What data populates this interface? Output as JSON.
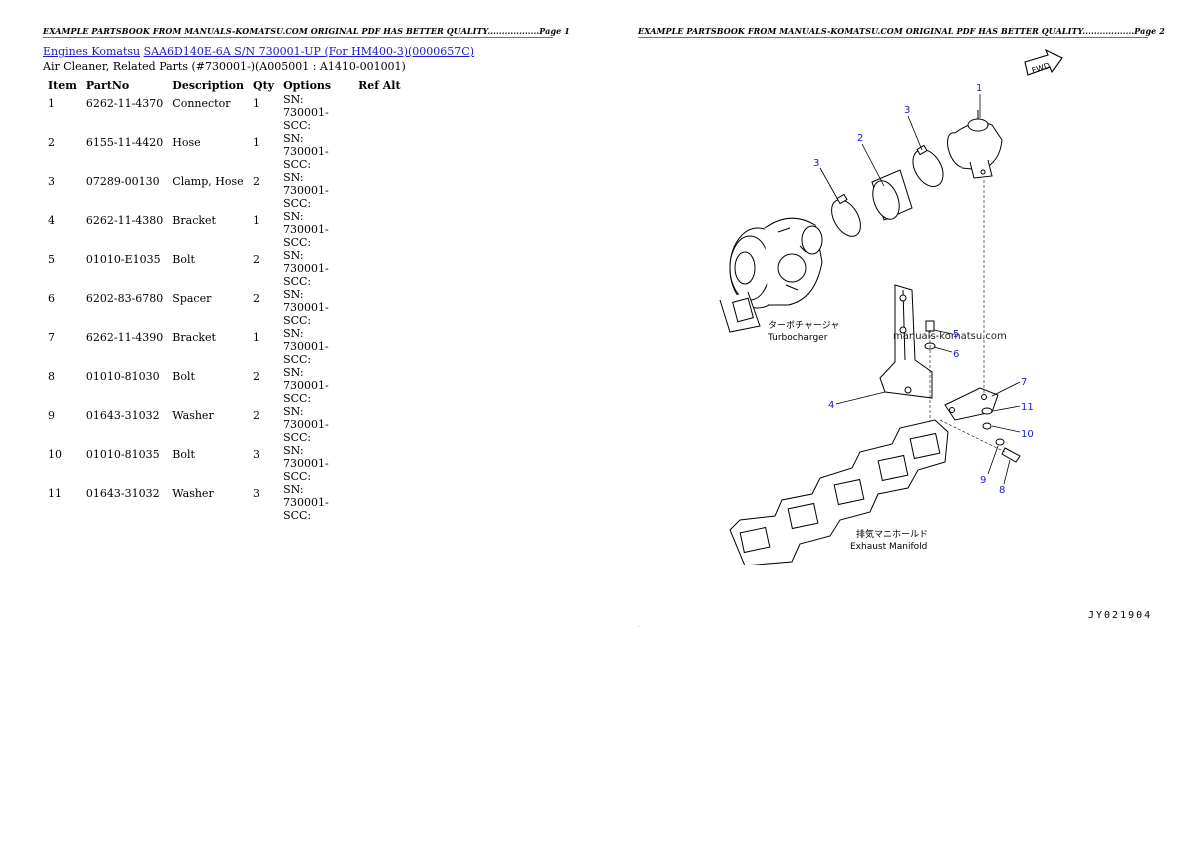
{
  "header": {
    "page1": "EXAMPLE PARTSBOOK FROM MANUALS-KOMATSU.COM ORIGINAL PDF HAS BETTER QUALITY..................Page 1",
    "page2": "EXAMPLE PARTSBOOK FROM MANUALS-KOMATSU.COM ORIGINAL PDF HAS BETTER QUALITY..................Page 2"
  },
  "breadcrumb": {
    "link1": "Engines Komatsu",
    "link2": "SAA6D140E-6A S/N 730001-UP (For HM400-3)(0000657C)"
  },
  "subtitle": "Air Cleaner, Related Parts (#730001-)(A005001 : A1410-001001)",
  "table": {
    "headers": [
      "Item",
      "PartNo",
      "Description",
      "Qty",
      "Options",
      "Ref Alt"
    ],
    "rows": [
      {
        "item": "1",
        "part": "6262-11-4370",
        "desc": "Connector",
        "qty": "1",
        "opt": "SN: 730001-SCC:"
      },
      {
        "item": "2",
        "part": "6155-11-4420",
        "desc": "Hose",
        "qty": "1",
        "opt": "SN: 730001-SCC:"
      },
      {
        "item": "3",
        "part": "07289-00130",
        "desc": "Clamp, Hose",
        "qty": "2",
        "opt": "SN: 730001-SCC:"
      },
      {
        "item": "4",
        "part": "6262-11-4380",
        "desc": "Bracket",
        "qty": "1",
        "opt": "SN: 730001-SCC:"
      },
      {
        "item": "5",
        "part": "01010-E1035",
        "desc": "Bolt",
        "qty": "2",
        "opt": "SN: 730001-SCC:"
      },
      {
        "item": "6",
        "part": "6202-83-6780",
        "desc": "Spacer",
        "qty": "2",
        "opt": "SN: 730001-SCC:"
      },
      {
        "item": "7",
        "part": "6262-11-4390",
        "desc": "Bracket",
        "qty": "1",
        "opt": "SN: 730001-SCC:"
      },
      {
        "item": "8",
        "part": "01010-81030",
        "desc": "Bolt",
        "qty": "2",
        "opt": "SN: 730001-SCC:"
      },
      {
        "item": "9",
        "part": "01643-31032",
        "desc": "Washer",
        "qty": "2",
        "opt": "SN: 730001-SCC:"
      },
      {
        "item": "10",
        "part": "01010-81035",
        "desc": "Bolt",
        "qty": "3",
        "opt": "SN: 730001-SCC:"
      },
      {
        "item": "11",
        "part": "01643-31032",
        "desc": "Washer",
        "qty": "3",
        "opt": "SN: 730001-SCC:"
      }
    ]
  },
  "diagram": {
    "fwd": "FWD",
    "turbo_jp": "ターボチャージャ",
    "turbo_en": "Turbocharger",
    "exhaust_jp": "排気マニホールド",
    "exhaust_en": "Exhaust Manifold",
    "watermark": "manuals-komatsu.com",
    "callouts": [
      "1",
      "2",
      "3",
      "3",
      "4",
      "5",
      "6",
      "7",
      "11",
      "10",
      "9",
      "8"
    ],
    "label_color": "#1a1acc"
  },
  "code": "JY021904",
  "dot": "."
}
